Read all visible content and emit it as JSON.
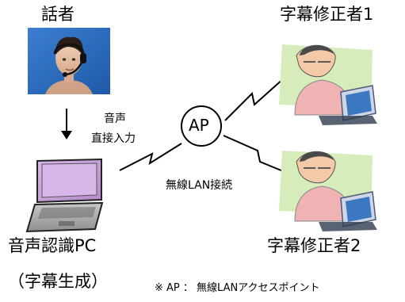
{
  "speaker": {
    "title": "話者"
  },
  "input": {
    "line1": "音声",
    "line2": "直接入力"
  },
  "pc": {
    "title": "音声認識PC",
    "subtitle": "（字幕生成）"
  },
  "ap": {
    "label": "AP"
  },
  "wireless": {
    "label": "無線LAN接続"
  },
  "correctors": [
    {
      "title": "字幕修正者1"
    },
    {
      "title": "字幕修正者2"
    }
  ],
  "note": {
    "text": "※ AP ： 無線LANアクセスポイント"
  },
  "colors": {
    "background": "#ffffff",
    "line": "#000000",
    "photo_blue": "#2a6ebd",
    "laptop_screen": "#c9a0dc",
    "laptop_body": "#a7a7a7",
    "person_shirt": "#e6a6a6",
    "person_skin": "#f2c6a6",
    "background_green": "#c9e7a8"
  },
  "icons": {
    "speaker": "person-with-headset-photo-icon",
    "laptop": "laptop-icon",
    "corrector": "person-at-computer-icon",
    "arrow": "arrow-down-icon",
    "wireless": "lightning-link-icon"
  }
}
